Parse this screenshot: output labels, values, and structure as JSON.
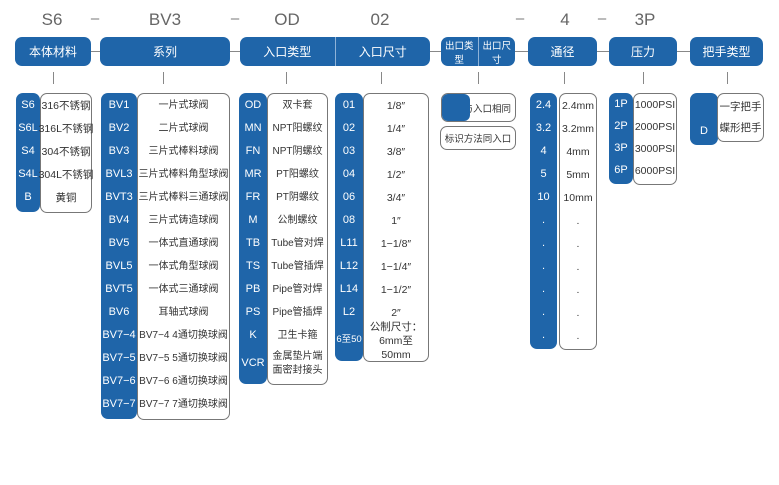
{
  "example_code": {
    "material": "S6",
    "series": "BV3",
    "inlet_type": "OD",
    "inlet_size": "02",
    "bore": "4",
    "pressure": "3P",
    "separator": "–"
  },
  "headers": {
    "material": "本体材料",
    "series": "系列",
    "inlet_type": "入口类型",
    "inlet_size": "入口尺寸",
    "outlet_type": "出口类型",
    "outlet_size": "出口尺寸",
    "bore": "通径",
    "pressure": "压力",
    "handle": "把手类型"
  },
  "material": [
    {
      "code": "S6",
      "desc": "316不锈钢"
    },
    {
      "code": "S6L",
      "desc": "316L不锈钢"
    },
    {
      "code": "S4",
      "desc": "304不锈钢"
    },
    {
      "code": "S4L",
      "desc": "304L不锈钢"
    },
    {
      "code": "B",
      "desc": "黄铜"
    }
  ],
  "series": [
    {
      "code": "BV1",
      "desc": "一片式球阀"
    },
    {
      "code": "BV2",
      "desc": "二片式球阀"
    },
    {
      "code": "BV3",
      "desc": "三片式棒料球阀"
    },
    {
      "code": "BVL3",
      "desc": "三片式棒料角型球阀"
    },
    {
      "code": "BVT3",
      "desc": "三片式棒料三通球阀"
    },
    {
      "code": "BV4",
      "desc": "三片式铸造球阀"
    },
    {
      "code": "BV5",
      "desc": "一体式直通球阀"
    },
    {
      "code": "BVL5",
      "desc": "一体式角型球阀"
    },
    {
      "code": "BVT5",
      "desc": "一体式三通球阀"
    },
    {
      "code": "BV6",
      "desc": "耳轴式球阀"
    },
    {
      "code": "BV7−4",
      "desc": "BV7−4 4通切换球阀"
    },
    {
      "code": "BV7−5",
      "desc": "BV7−5 5通切换球阀"
    },
    {
      "code": "BV7−6",
      "desc": "BV7−6 6通切换球阀"
    },
    {
      "code": "BV7−7",
      "desc": "BV7−7 7通切换球阀"
    }
  ],
  "inlet_type": [
    {
      "code": "OD",
      "desc": "双卡套"
    },
    {
      "code": "MN",
      "desc": "NPT阳螺纹"
    },
    {
      "code": "FN",
      "desc": "NPT阴螺纹"
    },
    {
      "code": "MR",
      "desc": "PT阳螺纹"
    },
    {
      "code": "FR",
      "desc": "PT阴螺纹"
    },
    {
      "code": "M",
      "desc": "公制螺纹"
    },
    {
      "code": "TB",
      "desc": "Tube管对焊"
    },
    {
      "code": "TS",
      "desc": "Tube管插焊"
    },
    {
      "code": "PB",
      "desc": "Pipe管对焊"
    },
    {
      "code": "PS",
      "desc": "Pipe管插焊"
    },
    {
      "code": "K",
      "desc": "卫生卡箍"
    },
    {
      "code": "VCR",
      "desc": "金属垫片端面密封接头"
    }
  ],
  "inlet_size": [
    {
      "code": "01",
      "desc": "1/8″"
    },
    {
      "code": "02",
      "desc": "1/4″"
    },
    {
      "code": "03",
      "desc": "3/8″"
    },
    {
      "code": "04",
      "desc": "1/2″"
    },
    {
      "code": "06",
      "desc": "3/4″"
    },
    {
      "code": "08",
      "desc": "1″"
    },
    {
      "code": "L11",
      "desc": "1−1/8″"
    },
    {
      "code": "L12",
      "desc": "1−1/4″"
    },
    {
      "code": "L14",
      "desc": "1−1/2″"
    },
    {
      "code": "L2",
      "desc": "2″"
    },
    {
      "code": "6至50",
      "desc": "公制尺寸：6mm至50mm"
    }
  ],
  "outlet": {
    "same_as_inlet": "与入口相同",
    "marking_note": "标识方法同入口"
  },
  "bore": [
    {
      "code": "2.4",
      "desc": "2.4mm"
    },
    {
      "code": "3.2",
      "desc": "3.2mm"
    },
    {
      "code": "4",
      "desc": "4mm"
    },
    {
      "code": "5",
      "desc": "5mm"
    },
    {
      "code": "10",
      "desc": "10mm"
    },
    {
      "code": ".",
      "desc": "."
    },
    {
      "code": ".",
      "desc": "."
    },
    {
      "code": ".",
      "desc": "."
    },
    {
      "code": ".",
      "desc": "."
    },
    {
      "code": ".",
      "desc": "."
    },
    {
      "code": ".",
      "desc": "."
    }
  ],
  "pressure": [
    {
      "code": "1P",
      "desc": "1000PSI"
    },
    {
      "code": "2P",
      "desc": "2000PSI"
    },
    {
      "code": "3P",
      "desc": "3000PSI"
    },
    {
      "code": "6P",
      "desc": "6000PSI"
    }
  ],
  "handle": {
    "code": "D",
    "options": [
      "一字把手",
      "蝶形把手"
    ]
  },
  "colors": {
    "accent_blue": "#1f65a9",
    "border_gray": "#777777",
    "code_text": "#666666"
  }
}
